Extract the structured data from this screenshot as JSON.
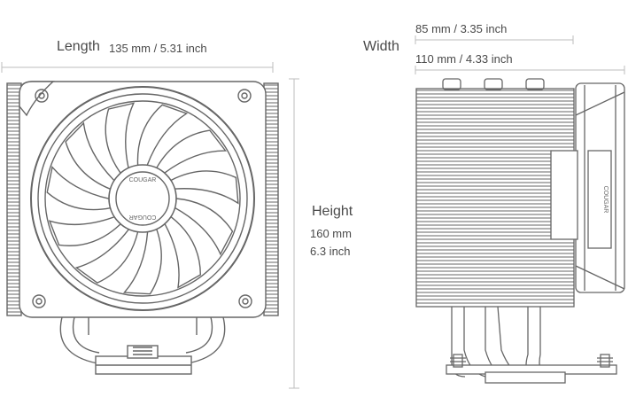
{
  "length": {
    "label": "Length",
    "value": "135 mm / 5.31 inch"
  },
  "width": {
    "label": "Width",
    "value_top": "85 mm / 3.35 inch",
    "value_bottom": "110 mm / 4.33 inch"
  },
  "height": {
    "label": "Height",
    "value_mm": "160 mm",
    "value_inch": "6.3 inch"
  },
  "fan_logo_text": "COUGAR",
  "colors": {
    "line": "#6a6a6a",
    "dim": "#b8b8b8",
    "text": "#4a4a4a"
  }
}
